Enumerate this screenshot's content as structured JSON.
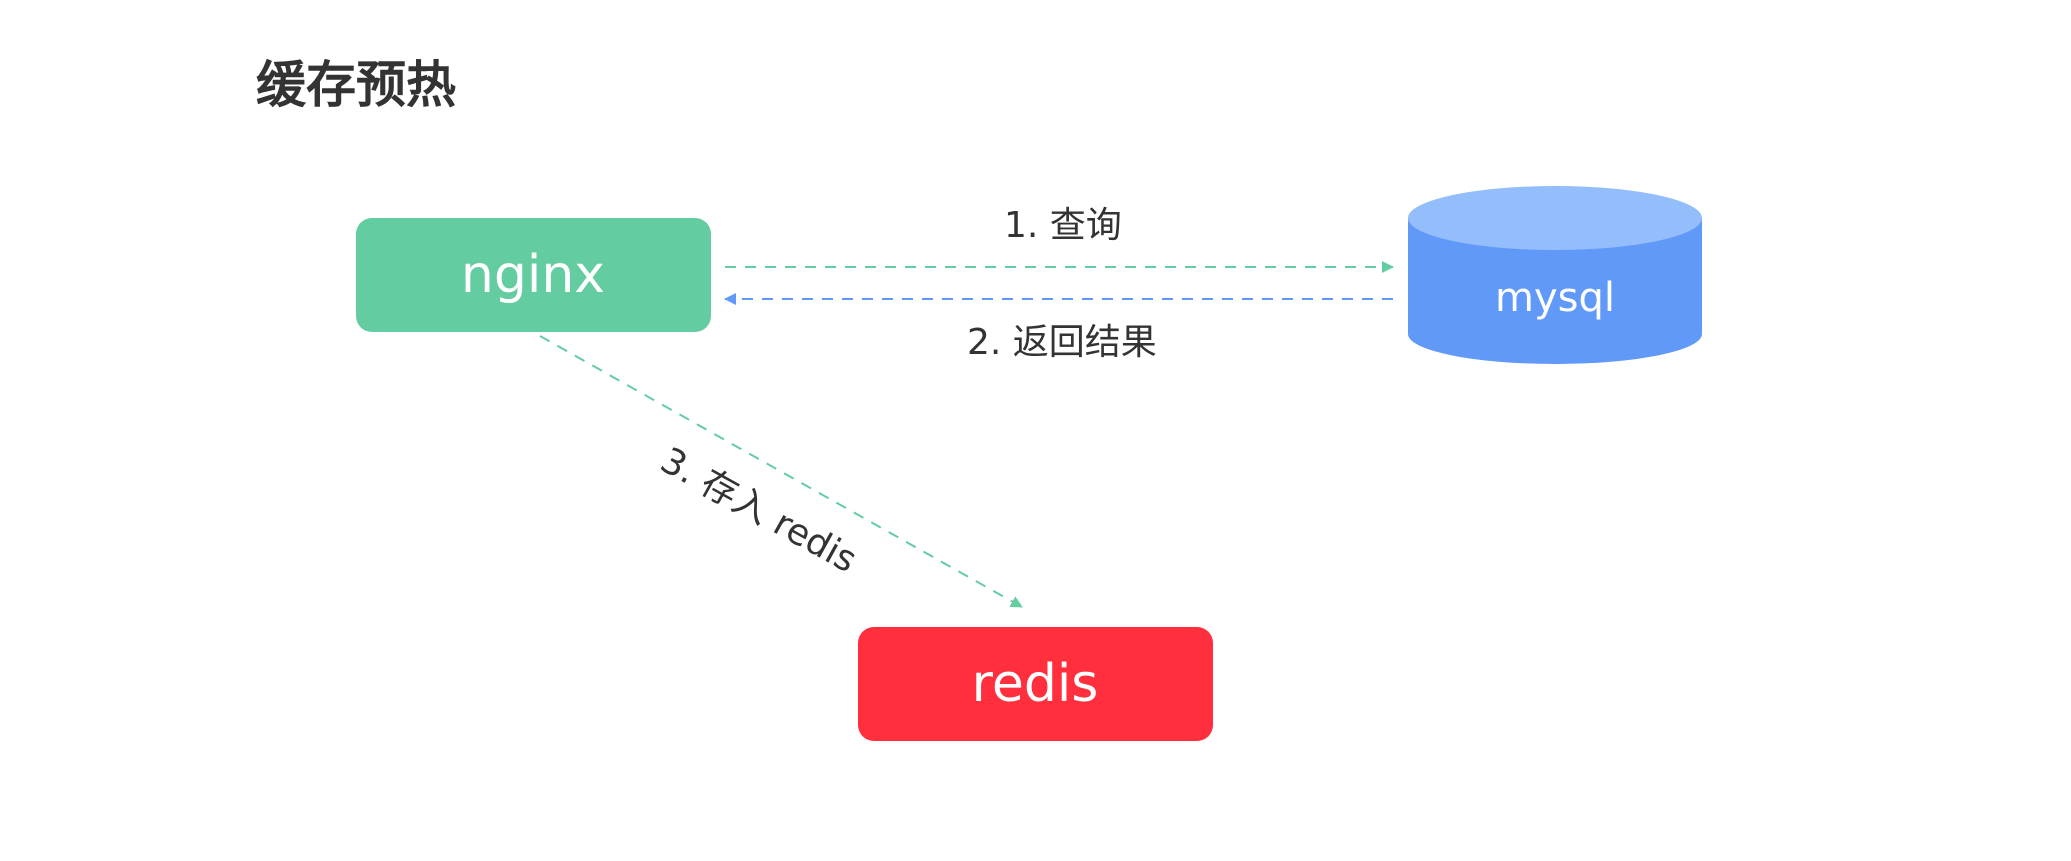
{
  "title": "缓存预热",
  "nodes": {
    "nginx": {
      "label": "nginx",
      "color": "#63CCA0"
    },
    "mysql": {
      "label": "mysql",
      "color": "#6199F8",
      "top_color": "#94BEFB"
    },
    "redis": {
      "label": "redis",
      "color": "#FF2F3D"
    }
  },
  "edges": {
    "query": {
      "label": "1. 查询",
      "color": "#63CCA0"
    },
    "result": {
      "label": "2. 返回结果",
      "color": "#6199F8"
    },
    "store": {
      "label": "3. 存入 redis",
      "color": "#63CCA0"
    }
  }
}
